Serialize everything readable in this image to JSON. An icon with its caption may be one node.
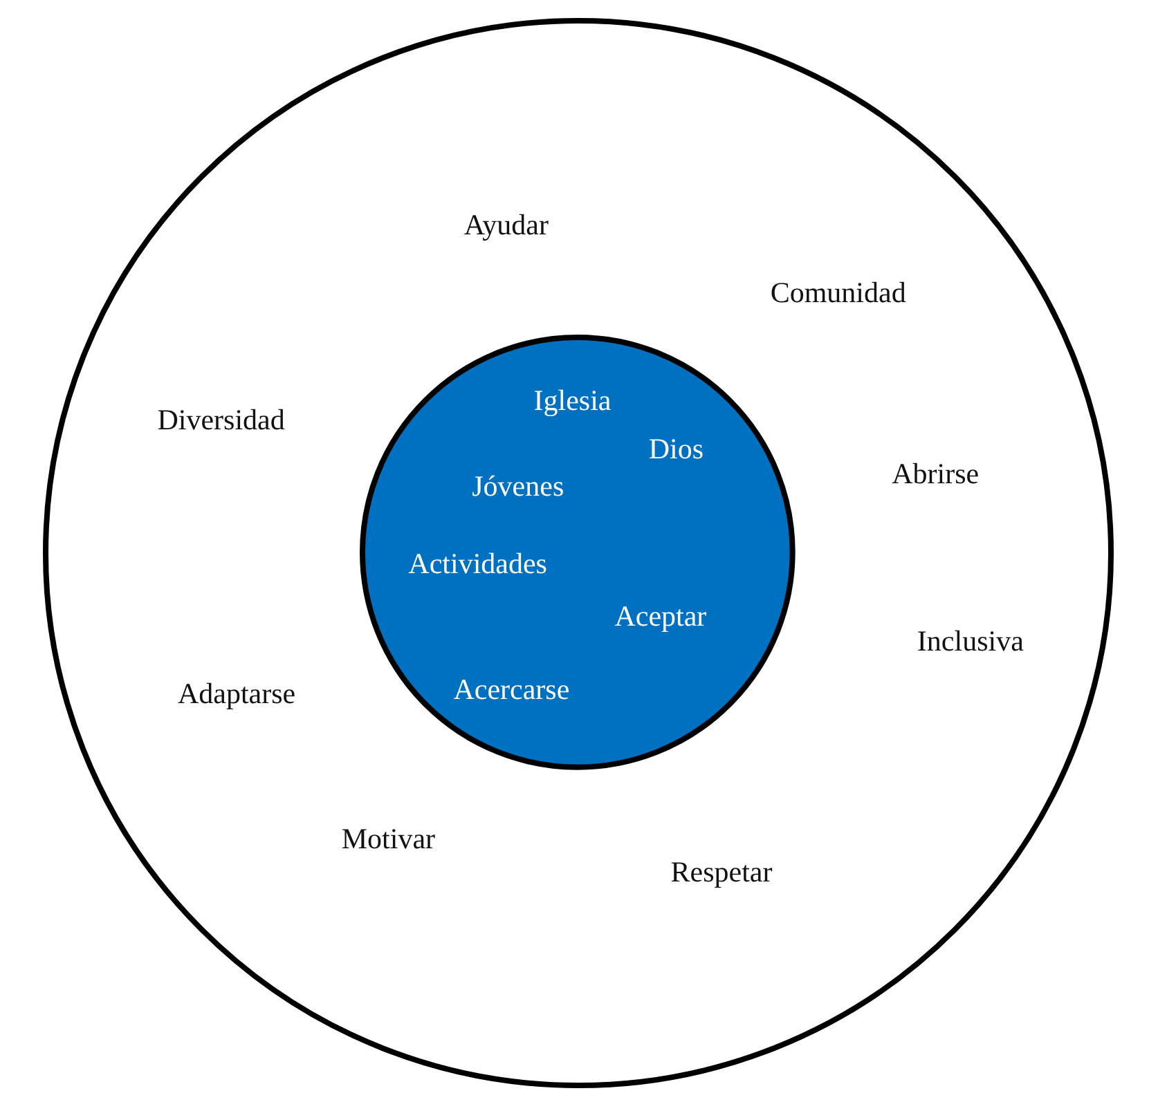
{
  "diagram": {
    "nodes": [
      {
        "text": [
          "Ayudar",
          "Comunidad",
          "Diversidad",
          "Abrirse",
          "Inclusiva",
          "Adaptarse",
          "Motivar",
          "Respetar"
        ]
      },
      {
        "text": [
          "Iglesia",
          "Dios",
          "Jóvenes",
          "Actividades",
          "Aceptar",
          "Acercarse"
        ],
        "in": 0
      }
    ]
  }
}
